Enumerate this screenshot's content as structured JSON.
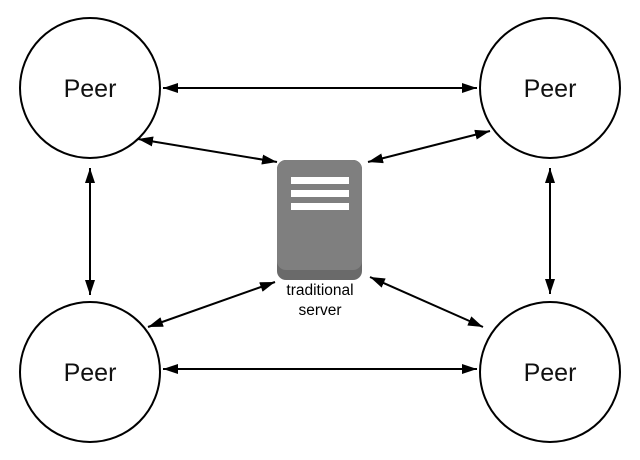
{
  "diagram": {
    "type": "network-topology",
    "nodes": [
      {
        "id": "peer-top-left",
        "label": "Peer"
      },
      {
        "id": "peer-top-right",
        "label": "Peer"
      },
      {
        "id": "peer-bottom-left",
        "label": "Peer"
      },
      {
        "id": "peer-bottom-right",
        "label": "Peer"
      }
    ],
    "server": {
      "id": "traditional-server",
      "label_line1": "traditional",
      "label_line2": "server"
    },
    "edges": [
      {
        "from": "peer-top-left",
        "to": "peer-top-right",
        "bidirectional": true
      },
      {
        "from": "peer-bottom-left",
        "to": "peer-bottom-right",
        "bidirectional": true
      },
      {
        "from": "peer-top-left",
        "to": "peer-bottom-left",
        "bidirectional": true
      },
      {
        "from": "peer-top-right",
        "to": "peer-bottom-right",
        "bidirectional": true
      },
      {
        "from": "peer-top-left",
        "to": "traditional-server",
        "bidirectional": true
      },
      {
        "from": "peer-top-right",
        "to": "traditional-server",
        "bidirectional": true
      },
      {
        "from": "peer-bottom-left",
        "to": "traditional-server",
        "bidirectional": true
      },
      {
        "from": "peer-bottom-right",
        "to": "traditional-server",
        "bidirectional": true
      }
    ]
  },
  "colors": {
    "background": "#ffffff",
    "line": "#000000",
    "node_fill": "#ffffff",
    "node_stroke": "#000000",
    "server_body": "#7f7f7f",
    "server_shadow": "#6a6a6a",
    "server_bars": "#ffffff",
    "text": "#000000"
  }
}
